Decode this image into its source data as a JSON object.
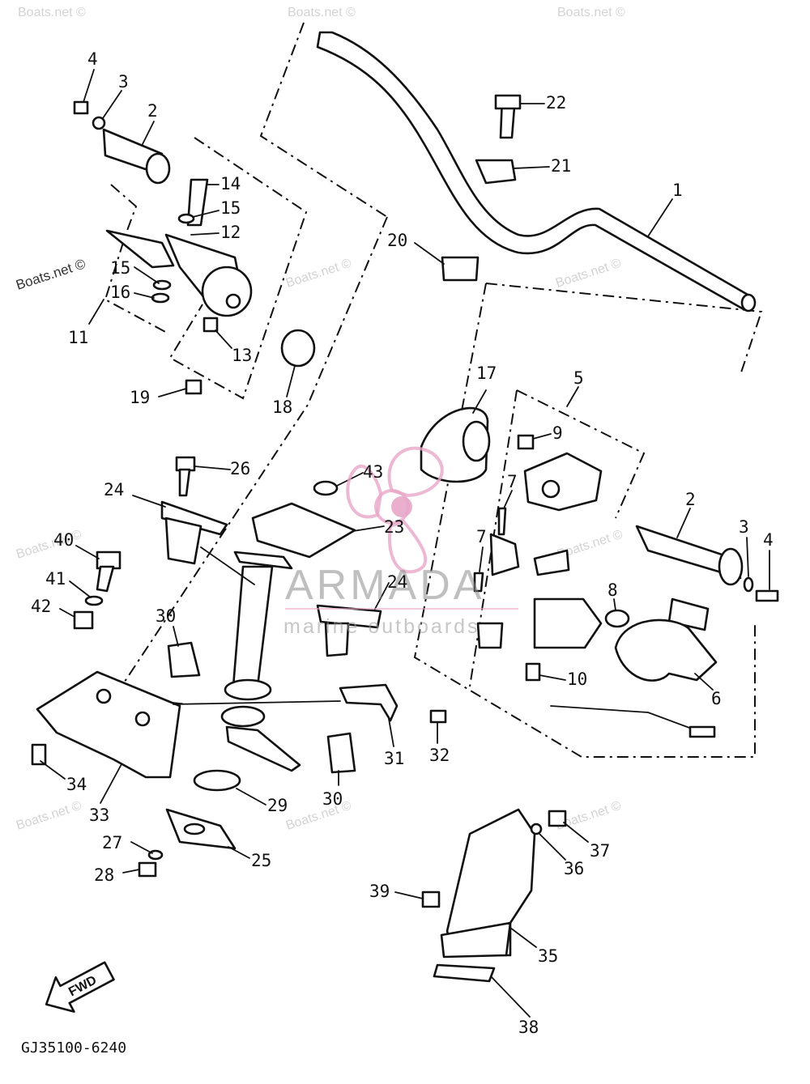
{
  "diagram": {
    "drawing_code": "GJ35100-6240",
    "fwd_label": "FWD",
    "watermark_text": "Boats.net ©",
    "brand": {
      "name": "ARMADA",
      "tagline": "marine outboards",
      "accent": "#e8a6c8"
    },
    "callouts": [
      "1",
      "2",
      "3",
      "4",
      "5",
      "6",
      "7",
      "8",
      "9",
      "10",
      "11",
      "12",
      "13",
      "14",
      "15",
      "16",
      "17",
      "18",
      "19",
      "20",
      "21",
      "22",
      "23",
      "24",
      "25",
      "26",
      "27",
      "28",
      "29",
      "30",
      "31",
      "32",
      "33",
      "34",
      "35",
      "36",
      "37",
      "38",
      "39",
      "40",
      "41",
      "42",
      "43"
    ]
  }
}
